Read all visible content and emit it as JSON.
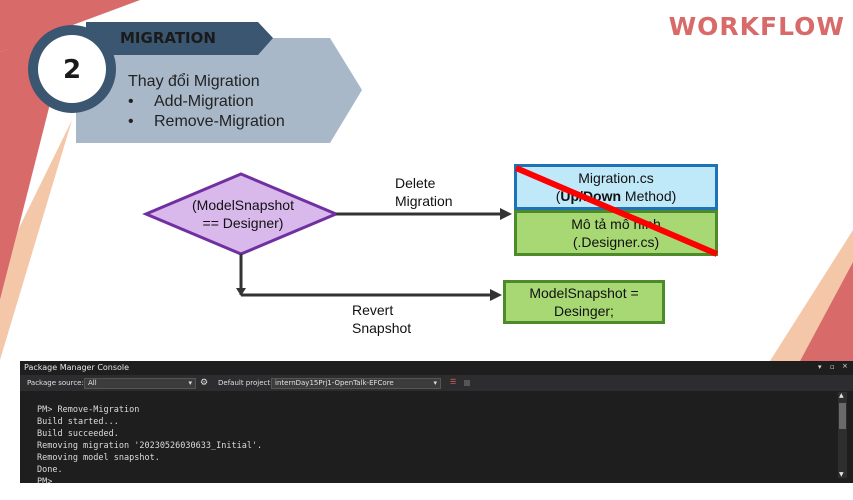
{
  "header": {
    "title": "WORKFLOW"
  },
  "step": {
    "number": "2",
    "label": "MIGRATION",
    "description": "Thay đổi Migration",
    "items": [
      "Add-Migration",
      "Remove-Migration"
    ]
  },
  "flow": {
    "decision": {
      "line1": "(ModelSnapshot",
      "line2": "== Designer)"
    },
    "branch_top": {
      "line1": "Delete",
      "line2": "Migration"
    },
    "branch_bottom": {
      "line1": "Revert",
      "line2": "Snapshot"
    },
    "migration_box": {
      "line1": "Migration.cs",
      "line2_pre": "(",
      "up": "Up",
      "slash": "/",
      "down": "Down",
      "line2_post": " Method)"
    },
    "designer_box": {
      "line1": "Mô tả mô hình",
      "line2": "(.Designer.cs)"
    },
    "snapshot_box": {
      "line1": "ModelSnapshot =",
      "line2": "Desinger;"
    }
  },
  "colors": {
    "accent": "#d96a6a",
    "step_panel": "#a8b8c8",
    "step_circle": "#3a5670",
    "diamond_fill": "#d9b8ec",
    "diamond_stroke": "#7030a0",
    "blue_box": "#bfe9f9",
    "green_box": "#a7d873",
    "cross_line": "#ff0000"
  },
  "console": {
    "title": "Package Manager Console",
    "source_label": "Package source:",
    "source_value": "All",
    "project_label": "Default project:",
    "project_value": "internDay15Prj1-OpenTalk-EFCore",
    "lines": [
      "PM> Remove-Migration",
      "Build started...",
      "Build succeeded.",
      "Removing migration '20230526030633_Initial'.",
      "Removing model snapshot.",
      "Done.",
      "PM>"
    ]
  }
}
